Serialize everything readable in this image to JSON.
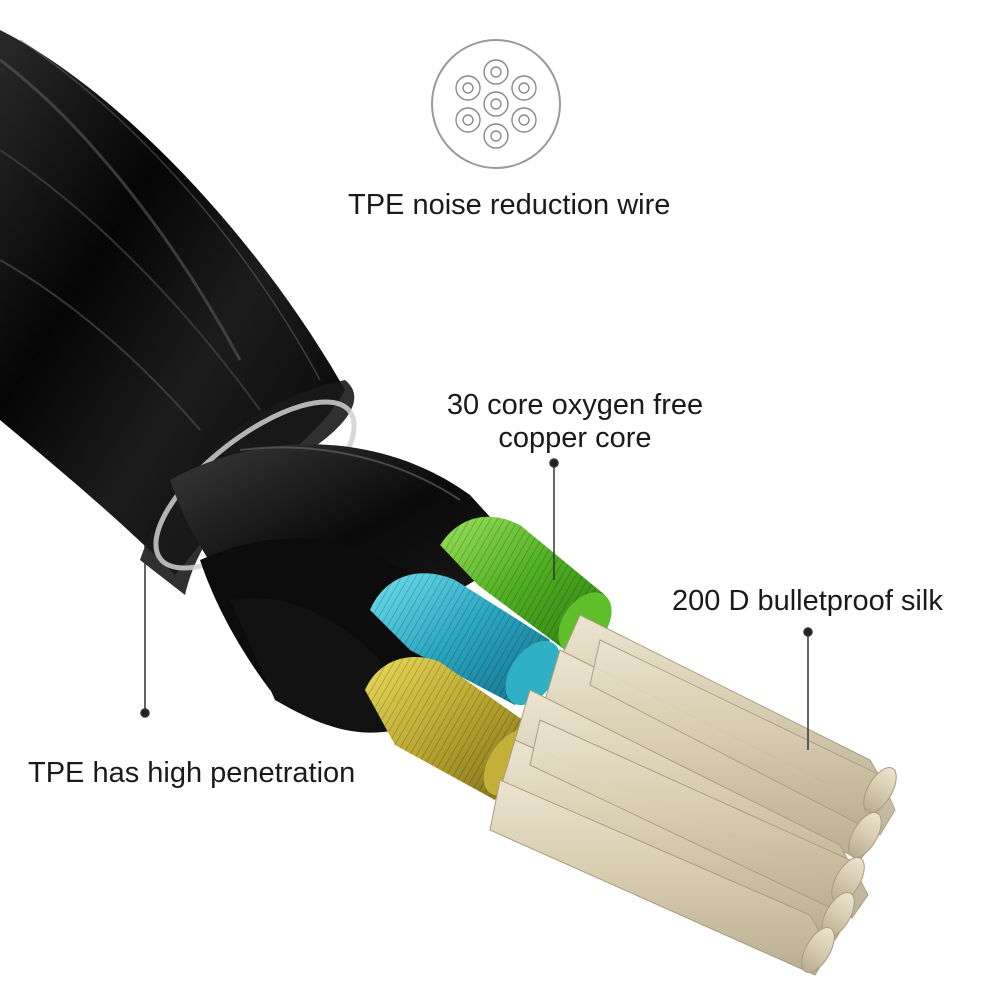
{
  "labels": {
    "noise_wire": "TPE noise reduction wire",
    "copper_line1": "30 core oxygen free",
    "copper_line2": "copper core",
    "silk": "200 D bulletproof silk",
    "tpe": "TPE has high penetration"
  },
  "colors": {
    "jacket": "#0b0b0b",
    "copper_green": "#6cc83a",
    "copper_cyan": "#2fb4c9",
    "copper_yellow": "#c9b83a",
    "silk": "#d8ceb4"
  }
}
